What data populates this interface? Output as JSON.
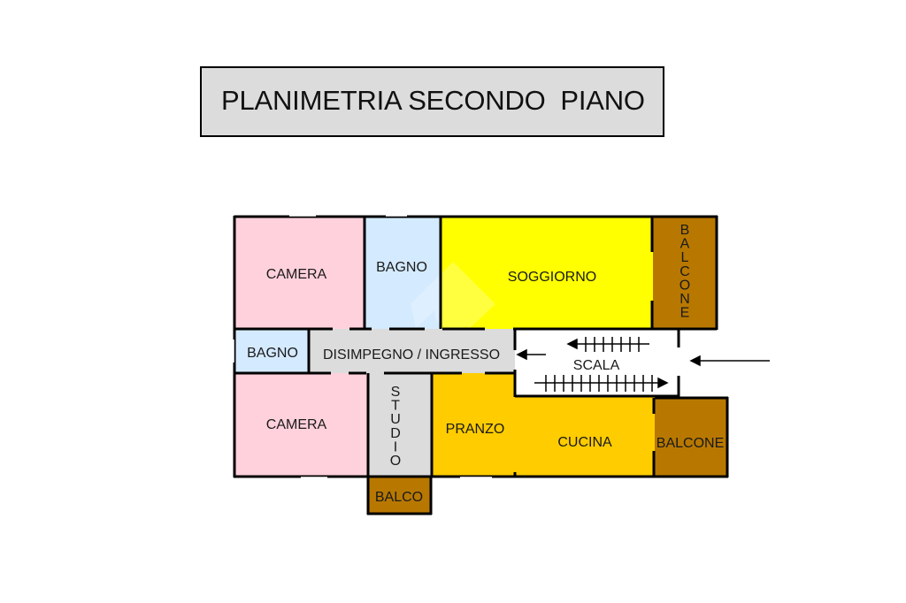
{
  "title": "PLANIMETRIA SECONDO  PIANO",
  "colors": {
    "camera": "#ffd1dc",
    "bagno": "#d4eaff",
    "soggiorno": "#ffff00",
    "balcone": "#b87800",
    "disimpegno": "#dcdcdc",
    "studio": "#dcdcdc",
    "cucina": "#ffcc00",
    "scala": "#ffffff",
    "wall": "#000000"
  },
  "rooms": {
    "camera_top": "CAMERA",
    "bagno_top": "BAGNO",
    "soggiorno": "SOGGIORNO",
    "balcone_top": "BALCONE",
    "bagno_small": "BAGNO",
    "disimpegno": "DISIMPEGNO / INGRESSO",
    "scala": "SCALA",
    "camera_bottom": "CAMERA",
    "studio": "STUDIO",
    "pranzo": "PRANZO",
    "cucina": "CUCINA",
    "balcone_right": "BALCONE",
    "balco_bottom": "BALCO"
  },
  "icons": {
    "entrance_arrow": "arrow-left",
    "stair_up_arrow": "arrow-left",
    "stair_down_arrow": "arrow-right",
    "door_arrow": "arrow-left"
  }
}
